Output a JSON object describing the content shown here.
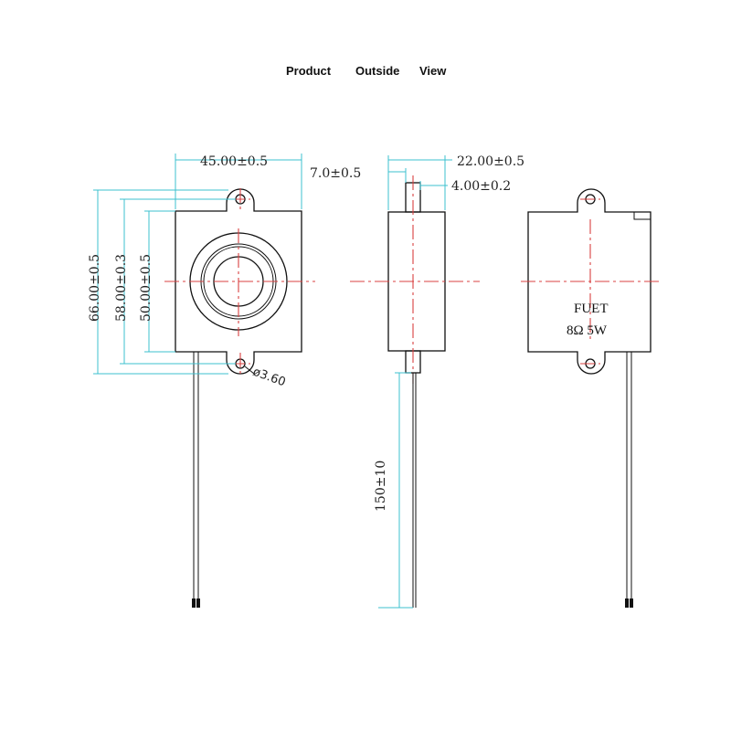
{
  "title": {
    "word1": "Product",
    "word2": "Outside",
    "word3": "View"
  },
  "front_view": {
    "width_dim": "45.00±0.5",
    "overall_height_dim": "66.00±0.5",
    "hole_spacing_dim": "58.00±0.3",
    "body_height_dim": "50.00±0.5",
    "hole_dia_dim": "ø3.60"
  },
  "side_view": {
    "depth_dim": "22.00±0.5",
    "protrusion_dim": "7.0±0.5",
    "stub_width_dim": "4.00±0.2",
    "wire_length_dim": "150±10"
  },
  "back_view": {
    "brand_label": "FUET",
    "rating_label": "8Ω 5W"
  },
  "colors": {
    "dimension": "#3cc0cf",
    "centerline": "#d84040",
    "outline": "#111111"
  }
}
